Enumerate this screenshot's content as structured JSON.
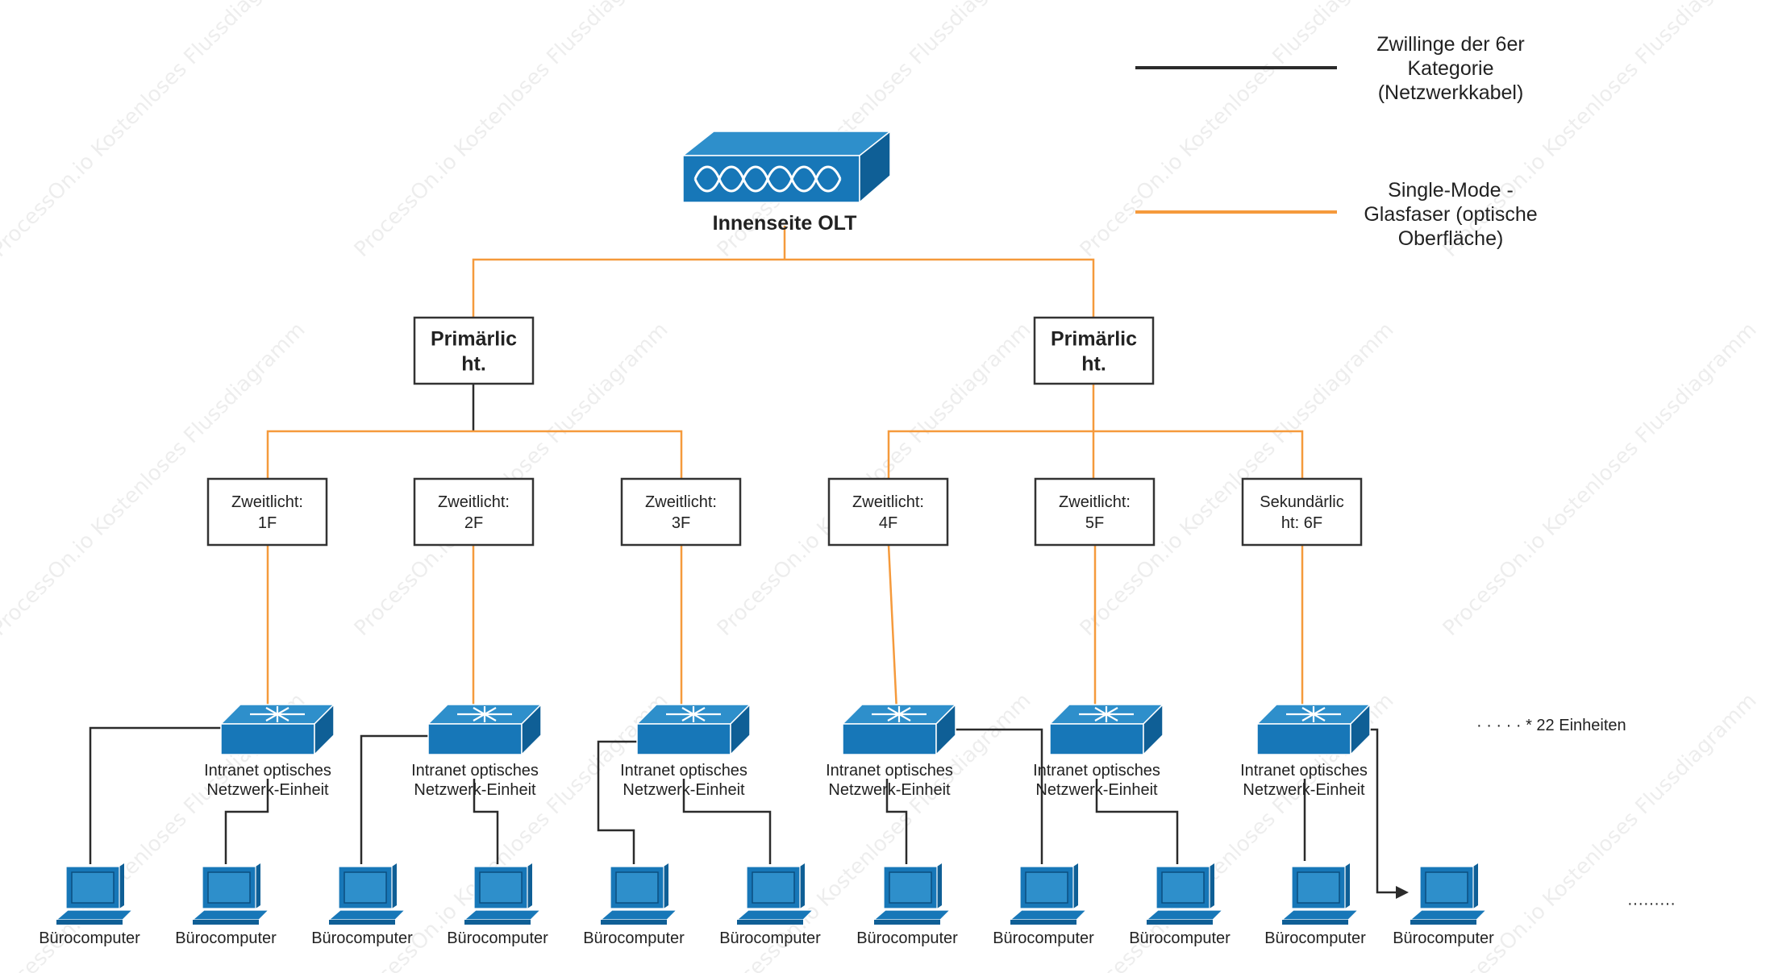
{
  "legend": {
    "black_line_label": [
      "Zwillinge der 6er",
      "Kategorie",
      "(Netzwerkkabel)"
    ],
    "orange_line_label": [
      "Single-Mode -",
      "Glasfaser (optische",
      "Oberfläche)"
    ]
  },
  "olt": {
    "label": "Innenseite OLT",
    "icon": "olt-device-icon"
  },
  "primary_splitters": [
    {
      "label": [
        "Primärlic",
        "ht."
      ]
    },
    {
      "label": [
        "Primärlic",
        "ht."
      ]
    }
  ],
  "secondary_splitters": [
    {
      "label": [
        "Zweitlicht:",
        "1F"
      ]
    },
    {
      "label": [
        "Zweitlicht:",
        "2F"
      ]
    },
    {
      "label": [
        "Zweitlicht:",
        "3F"
      ]
    },
    {
      "label": [
        "Zweitlicht:",
        "4F"
      ]
    },
    {
      "label": [
        "Zweitlicht:",
        "5F"
      ]
    },
    {
      "label": [
        "Sekundärlic",
        "ht: 6F"
      ]
    }
  ],
  "onu_label": [
    "Intranet optisches",
    "Netzwerk-Einheit"
  ],
  "onu_icon": "network-switch-icon",
  "computer_label": "Bürocomputer",
  "computer_icon": "computer-icon",
  "computer_count": 11,
  "units_note": "· · · · · * 22 Einheiten",
  "ellipsis": "·········",
  "watermark": "ProcessOn.io Kostenloses Flussdiagramm",
  "colors": {
    "fiber": "#F59A3C",
    "cable": "#2B2B2B",
    "device_top": "#2E8FCB",
    "device_front": "#1777B8",
    "device_side": "#0F5F96",
    "box_border": "#333333"
  }
}
